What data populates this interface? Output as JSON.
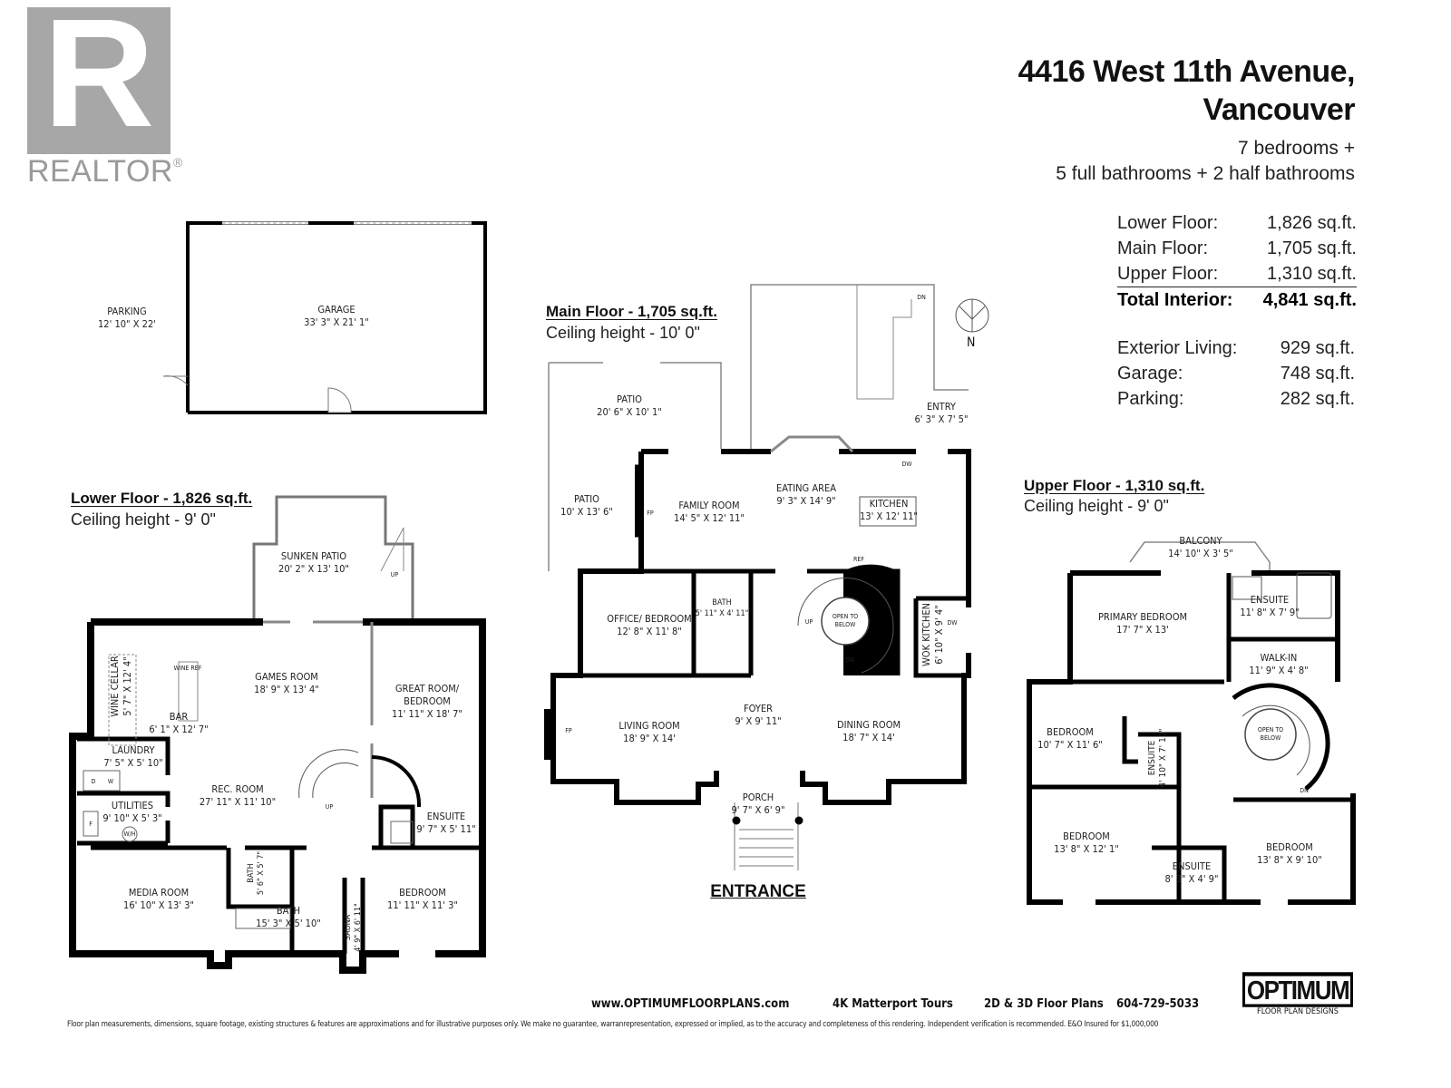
{
  "logo": {
    "mark": "R",
    "wordmark": "REALTOR",
    "registered": "®"
  },
  "header": {
    "address_line1": "4416 West 11th Avenue,",
    "address_line2": "Vancouver",
    "rooms_line1": "7 bedrooms +",
    "rooms_line2": "5 full bathrooms + 2 half bathrooms"
  },
  "stats": {
    "interior": [
      {
        "label": "Lower Floor:",
        "value": "1,826 sq.ft."
      },
      {
        "label": "Main Floor:",
        "value": "1,705 sq.ft."
      },
      {
        "label": "Upper Floor:",
        "value": "1,310 sq.ft."
      }
    ],
    "total": {
      "label": "Total Interior:",
      "value": "4,841 sq.ft."
    },
    "other": [
      {
        "label": "Exterior Living:",
        "value": "929 sq.ft."
      },
      {
        "label": "Garage:",
        "value": "748 sq.ft."
      },
      {
        "label": "Parking:",
        "value": "282 sq.ft."
      }
    ]
  },
  "compass": {
    "label": "N"
  },
  "garage_plan": {
    "rooms": [
      {
        "name": "PARKING",
        "dims": "12' 10\" X 22'"
      },
      {
        "name": "GARAGE",
        "dims": "33' 3\" X 21' 1\""
      }
    ]
  },
  "lower_floor": {
    "title": "Lower Floor - 1,826 sq.ft.",
    "ceiling": "Ceiling height - 9' 0\"",
    "rooms": [
      {
        "name": "SUNKEN PATIO",
        "dims": "20' 2\" X 13' 10\""
      },
      {
        "name": "GAMES ROOM",
        "dims": "18' 9\" X 13' 4\""
      },
      {
        "name": "GREAT ROOM/",
        "name2": "BEDROOM",
        "dims": "11' 11\" X 18' 7\""
      },
      {
        "name": "WINE CELLAR",
        "dims": "5' 7\" X 12' 4\""
      },
      {
        "name": "BAR",
        "dims": "6' 1\" X 12' 7\""
      },
      {
        "name": "LAUNDRY",
        "dims": "7' 5\" X 5' 10\""
      },
      {
        "name": "UTILITIES",
        "dims": "9' 10\" X 5' 3\""
      },
      {
        "name": "REC. ROOM",
        "dims": "27' 11\" X 11' 10\""
      },
      {
        "name": "MEDIA ROOM",
        "dims": "16' 10\" X 13' 3\""
      },
      {
        "name": "BATH",
        "dims": "5' 6\" X 5' 7\""
      },
      {
        "name": "BATH",
        "dims": "15' 3\" X 5' 10\""
      },
      {
        "name": "SAUNA",
        "dims": "4' 9\" X 6' 11\""
      },
      {
        "name": "ENSUITE",
        "dims": "9' 7\" X 5' 11\""
      },
      {
        "name": "BEDROOM",
        "dims": "11' 11\" X 11' 3\""
      }
    ],
    "fixtures": {
      "up": "UP",
      "wine_ref": "WINE REF",
      "dryer": "D",
      "washer": "W",
      "furnace": "F",
      "water_heater": "W/H"
    }
  },
  "main_floor": {
    "title": "Main Floor - 1,705 sq.ft.",
    "ceiling": "Ceiling height - 10' 0\"",
    "rooms": [
      {
        "name": "PATIO",
        "dims": "20' 6\" X 10' 1\""
      },
      {
        "name": "PATIO",
        "dims": "10' X 13' 6\""
      },
      {
        "name": "FAMILY ROOM",
        "dims": "14' 5\" X 12' 11\""
      },
      {
        "name": "EATING AREA",
        "dims": "9' 3\" X 14' 9\""
      },
      {
        "name": "KITCHEN",
        "dims": "13' X 12' 11\""
      },
      {
        "name": "ENTRY",
        "dims": "6' 3\" X 7' 5\""
      },
      {
        "name": "BATH",
        "dims": "5' 11\" X 4' 11\""
      },
      {
        "name": "OFFICE/ BEDROOM",
        "dims": "12' 8\" X 11' 8\""
      },
      {
        "name": "WOK KITCHEN",
        "dims": "6' 10\" X 9' 4\""
      },
      {
        "name": "LIVING ROOM",
        "dims": "18' 9\" X 14'"
      },
      {
        "name": "FOYER",
        "dims": "9' X 9' 11\""
      },
      {
        "name": "DINING ROOM",
        "dims": "18' 7\" X 14'"
      },
      {
        "name": "PORCH",
        "dims": "9' 7\" X 6' 9\""
      }
    ],
    "open_to_below": "OPEN TO BELOW",
    "entrance": "ENTRANCE",
    "fixtures": {
      "up": "UP",
      "dn": "DN",
      "ref": "REF",
      "dw": "DW",
      "fp": "FP"
    }
  },
  "upper_floor": {
    "title": "Upper Floor - 1,310 sq.ft.",
    "ceiling": "Ceiling height - 9' 0\"",
    "rooms": [
      {
        "name": "BALCONY",
        "dims": "14' 10\" X 3' 5\""
      },
      {
        "name": "PRIMARY BEDROOM",
        "dims": "17' 7\" X 13'"
      },
      {
        "name": "ENSUITE",
        "dims": "11' 8\" X 7' 9\""
      },
      {
        "name": "WALK-IN",
        "dims": "11' 9\" X 4' 8\""
      },
      {
        "name": "BEDROOM",
        "dims": "10' 7\" X 11' 6\""
      },
      {
        "name": "ENSUITE",
        "dims": "4' 10\" X 7' 10\""
      },
      {
        "name": "BEDROOM",
        "dims": "13' 8\" X 12' 1\""
      },
      {
        "name": "ENSUITE",
        "dims": "8' 3\" X 4' 9\""
      },
      {
        "name": "BEDROOM",
        "dims": "13' 8\" X 9' 10\""
      }
    ],
    "open_to_below": "OPEN TO BELOW",
    "fixtures": {
      "dn": "DN"
    }
  },
  "footer": {
    "website": "www.OPTIMUMFLOORPLANS.com",
    "service1": "4K Matterport Tours",
    "service2": "2D & 3D Floor Plans",
    "phone": "604-729-5033",
    "brand": "OPTIMUM",
    "brand_sub": "FLOOR PLAN DESIGNS",
    "disclaimer": "Floor plan measurements, dimensions, square footage, existing structures & features are approximations and for illustrative purposes only. We make no guarantee, warranrepresentation, expressed or implied, as to the accuracy and completeness of this rendering. Independent verification is recommended. E&O Insured for $1,000,000"
  }
}
